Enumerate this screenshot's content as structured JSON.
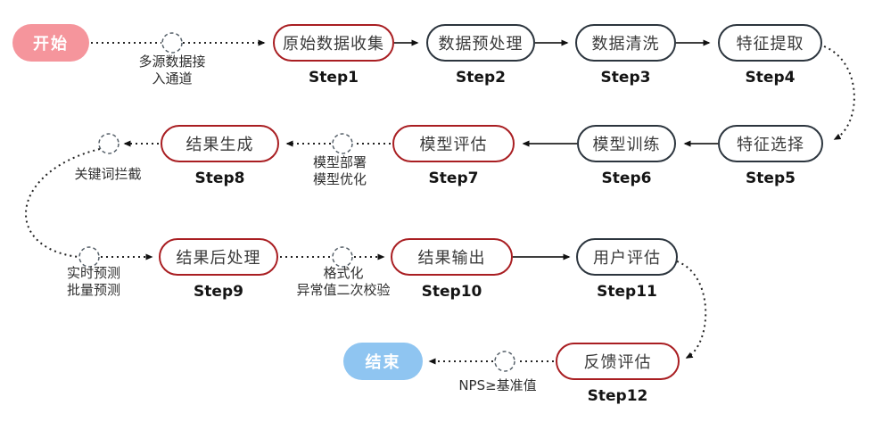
{
  "flow": {
    "start": {
      "label": "开始"
    },
    "end": {
      "label": "结束"
    },
    "steps": [
      {
        "label": "原始数据收集",
        "step": "Step1",
        "highlight": true
      },
      {
        "label": "数据预处理",
        "step": "Step2",
        "highlight": false
      },
      {
        "label": "数据清洗",
        "step": "Step3",
        "highlight": false
      },
      {
        "label": "特征提取",
        "step": "Step4",
        "highlight": false
      },
      {
        "label": "特征选择",
        "step": "Step5",
        "highlight": false
      },
      {
        "label": "模型训练",
        "step": "Step6",
        "highlight": false
      },
      {
        "label": "模型评估",
        "step": "Step7",
        "highlight": true
      },
      {
        "label": "结果生成",
        "step": "Step8",
        "highlight": true
      },
      {
        "label": "结果后处理",
        "step": "Step9",
        "highlight": true
      },
      {
        "label": "结果输出",
        "step": "Step10",
        "highlight": true
      },
      {
        "label": "用户评估",
        "step": "Step11",
        "highlight": false
      },
      {
        "label": "反馈评估",
        "step": "Step12",
        "highlight": true
      }
    ],
    "connectors": [
      {
        "label": "多源数据接\n入通道"
      },
      {
        "label": "模型部署\n模型优化"
      },
      {
        "label": "关键词拦截"
      },
      {
        "label": "实时预测\n批量预测"
      },
      {
        "label": "格式化\n异常值二次校验"
      },
      {
        "label": "NPS≥基准值"
      }
    ],
    "colors": {
      "start_fill": "#F5959C",
      "end_fill": "#8FC5F1",
      "highlight_border": "#A91E22",
      "normal_border": "#2C353E",
      "box_text": "#3A3A3A",
      "step_text": "#141414",
      "conn_text": "#2F2F2F"
    }
  }
}
